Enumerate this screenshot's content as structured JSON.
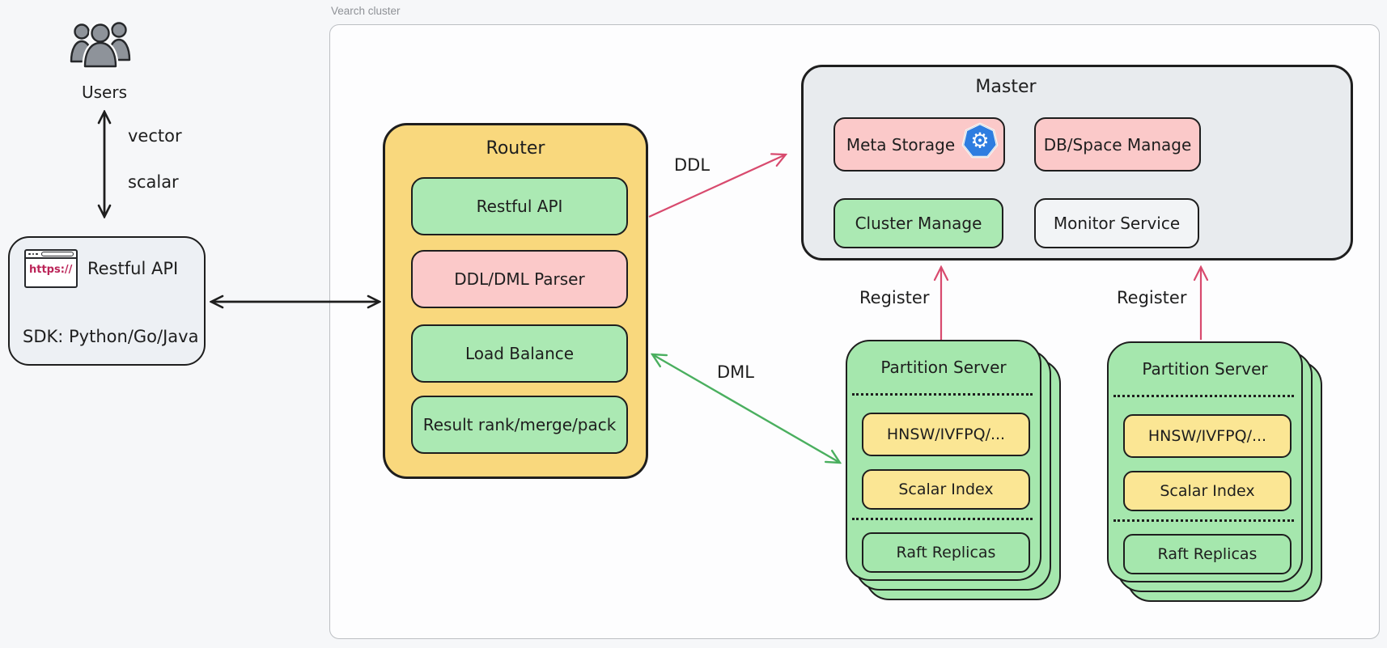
{
  "cluster": {
    "label": "Vearch cluster"
  },
  "users": {
    "label": "Users"
  },
  "client": {
    "browser_url": "https://",
    "title": "Restful API",
    "sdk": "SDK: Python/Go/Java"
  },
  "edge_labels": {
    "vector": "vector",
    "scalar": "scalar",
    "ddl": "DDL",
    "dml": "DML",
    "register_left": "Register",
    "register_right": "Register"
  },
  "router": {
    "title": "Router",
    "items": [
      {
        "label": "Restful API",
        "color": "green"
      },
      {
        "label": "DDL/DML Parser",
        "color": "pink"
      },
      {
        "label": "Load Balance",
        "color": "green"
      },
      {
        "label": "Result rank/merge/pack",
        "color": "green"
      }
    ]
  },
  "master": {
    "title": "Master",
    "cells": [
      {
        "label": "Meta Storage",
        "color": "pink",
        "icon": "kubernetes-icon"
      },
      {
        "label": "DB/Space Manage",
        "color": "pink"
      },
      {
        "label": "Cluster Manage",
        "color": "green"
      },
      {
        "label": "Monitor Service",
        "color": "light"
      }
    ]
  },
  "partition_servers": [
    {
      "title": "Partition Server",
      "engines": [
        {
          "label": "HNSW/IVFPQ/..."
        },
        {
          "label": "Scalar Index"
        }
      ],
      "replicas": "Raft Replicas"
    },
    {
      "title": "Partition Server",
      "engines": [
        {
          "label": "HNSW/IVFPQ/..."
        },
        {
          "label": "Scalar Index"
        }
      ],
      "replicas": "Raft Replicas"
    }
  ],
  "colors": {
    "ink": "#1e1e1e",
    "yellow": "#f9d87d",
    "yellow_light": "#fbe694",
    "green_fill": "#abe9b3",
    "pink_fill": "#fbc9c9",
    "gray_panel": "#e8ebee",
    "crimson_arrow": "#d84a6e",
    "green_arrow": "#4aaf5f",
    "kubernetes_blue": "#2e7de0"
  }
}
